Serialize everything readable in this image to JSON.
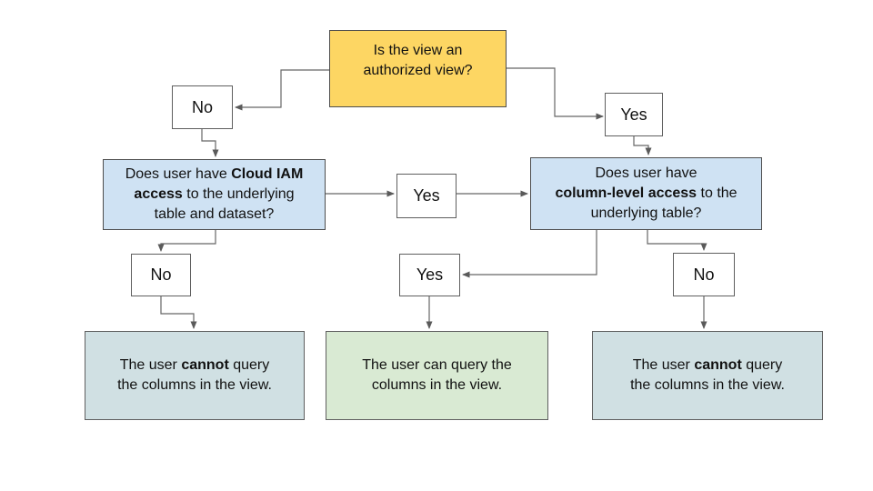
{
  "palette": {
    "canvas_bg": "#ffffff",
    "yellow": "#fdd663",
    "blue": "#cfe2f3",
    "green": "#d9ead3",
    "gray_blue": "#d0e0e3",
    "white": "#ffffff",
    "border_dark": "#4d4d4d",
    "border_gray": "#5f5f5f",
    "line": "#666666"
  },
  "nodes": {
    "root_question": {
      "text": "Is the view an\nauthorized view?"
    },
    "no_authorized": {
      "label": "No"
    },
    "yes_authorized": {
      "label": "Yes"
    },
    "iam_question": {
      "text_pre": "Does user have ",
      "text_bold": "Cloud IAM\naccess",
      "text_post": " to the underlying\ntable and dataset?"
    },
    "yes_iam_mid": {
      "label": "Yes"
    },
    "column_question": {
      "text_pre": "Does user have\n",
      "text_bold": "column-level access",
      "text_post": " to the\nunderlying table?"
    },
    "no_iam": {
      "label": "No"
    },
    "yes_column": {
      "label": "Yes"
    },
    "no_column": {
      "label": "No"
    },
    "result_cannot_left": {
      "text_pre": "The user ",
      "text_bold": "cannot",
      "text_post": " query\nthe columns in the view."
    },
    "result_can": {
      "text": "The user can query the\ncolumns in the view."
    },
    "result_cannot_right": {
      "text_pre": "The user ",
      "text_bold": "cannot",
      "text_post": " query\nthe columns in the view."
    }
  }
}
